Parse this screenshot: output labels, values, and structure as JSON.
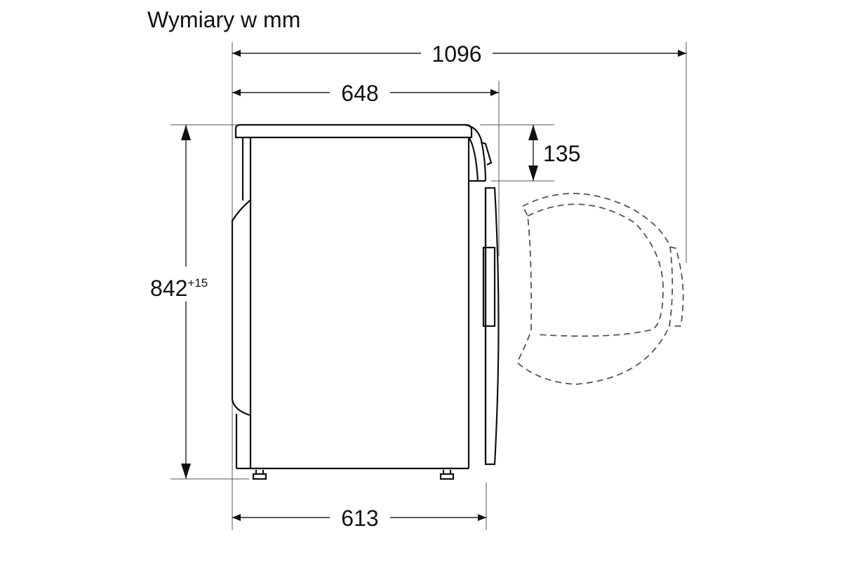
{
  "title": "Wymiary w mm",
  "dimensions": {
    "total_depth_door_open": "1096",
    "depth_with_door": "648",
    "depth_body": "613",
    "height": "842",
    "height_tolerance": "+15",
    "top_to_door": "135"
  }
}
